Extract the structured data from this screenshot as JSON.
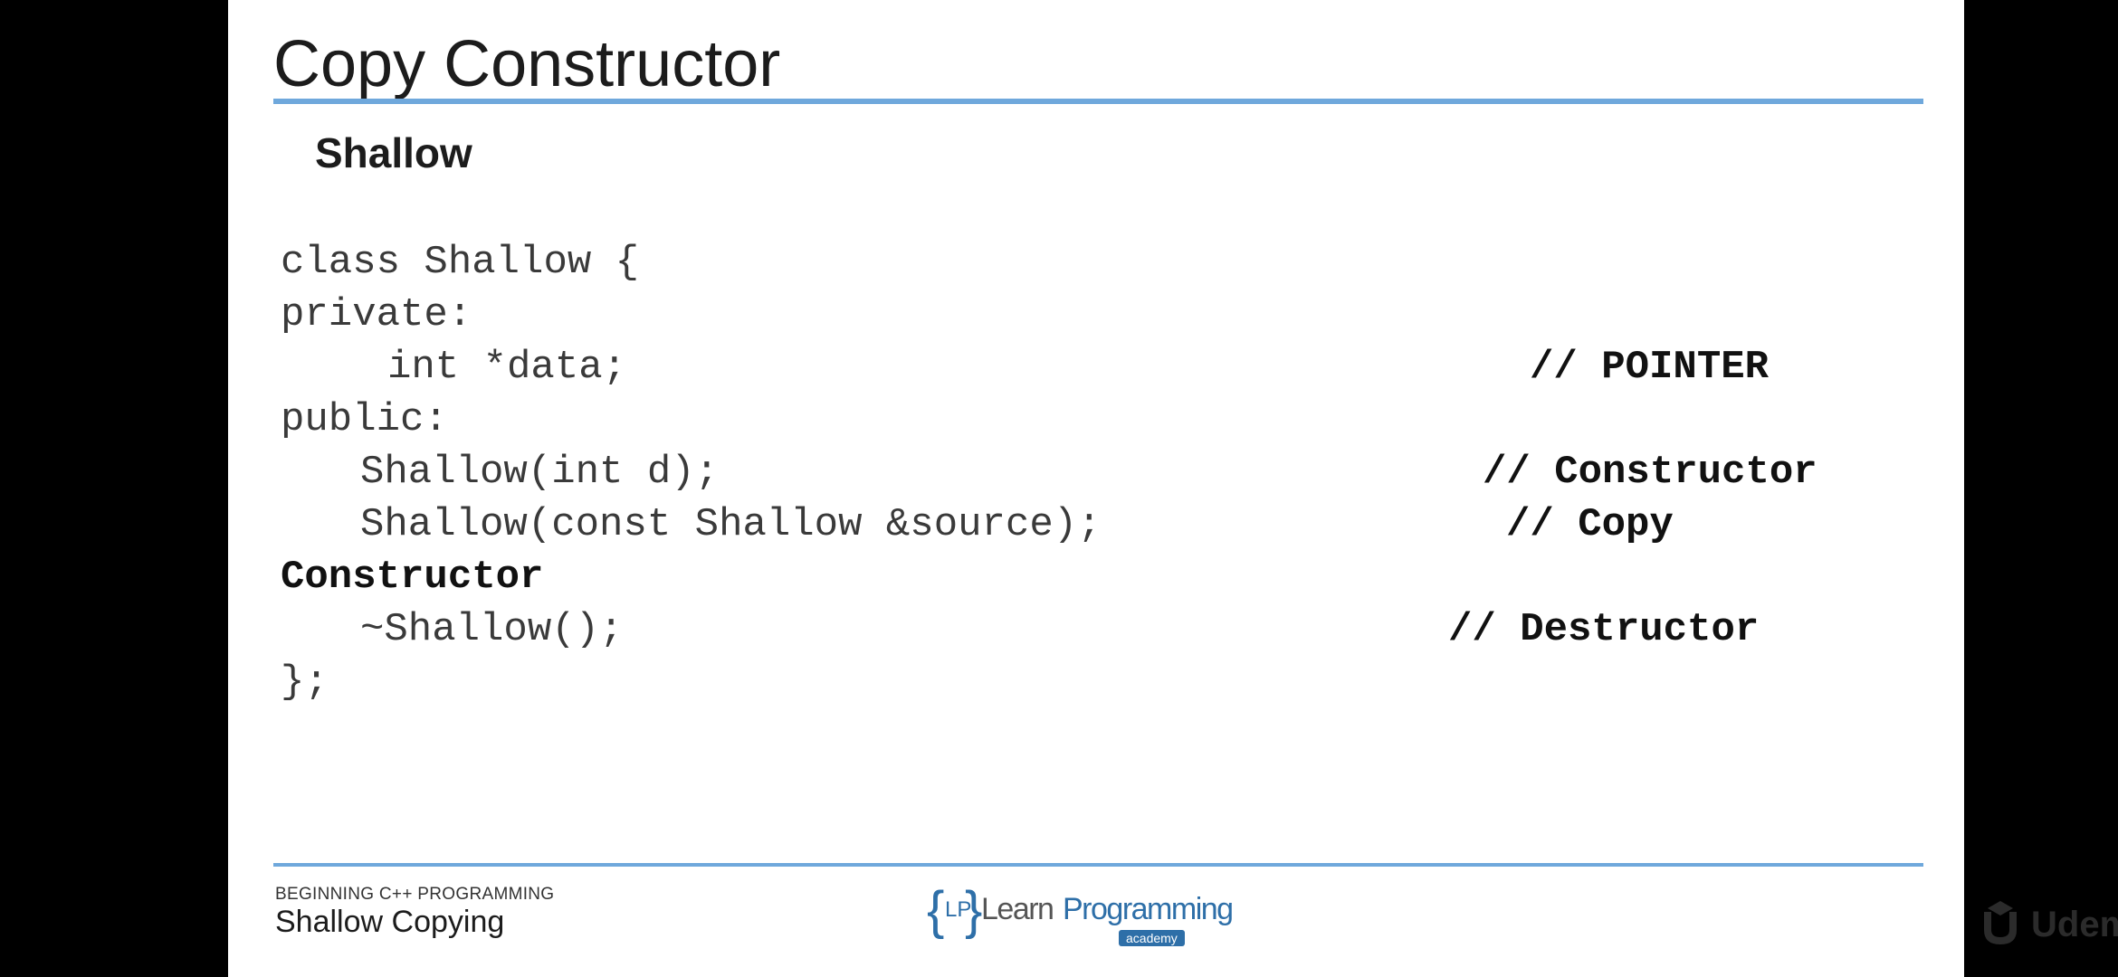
{
  "slide": {
    "title": "Copy Constructor",
    "subtitle": "Shallow",
    "code": {
      "line1": "class Shallow {",
      "line2": "private:",
      "line3": "int *data;",
      "line3_comment": "// POINTER",
      "line4": "public:",
      "line5": "Shallow(int d);",
      "line5_comment": "// Constructor",
      "line6": "Shallow(const Shallow &source);",
      "line6_comment": "// Copy",
      "line7": "Constructor",
      "line8": "~Shallow();",
      "line8_comment": "// Destructor",
      "line9": "};"
    },
    "footer": {
      "course": "BEGINNING C++ PROGRAMMING",
      "lesson": "Shallow Copying"
    },
    "logo": {
      "lp": "LP",
      "word_learn": "Learn",
      "word_programming": "Programming",
      "academy": "academy"
    },
    "watermark": {
      "text": "Udemy"
    },
    "colors": {
      "accent_rule": "#6fa8dc",
      "logo_blue": "#2e6fa8"
    }
  }
}
